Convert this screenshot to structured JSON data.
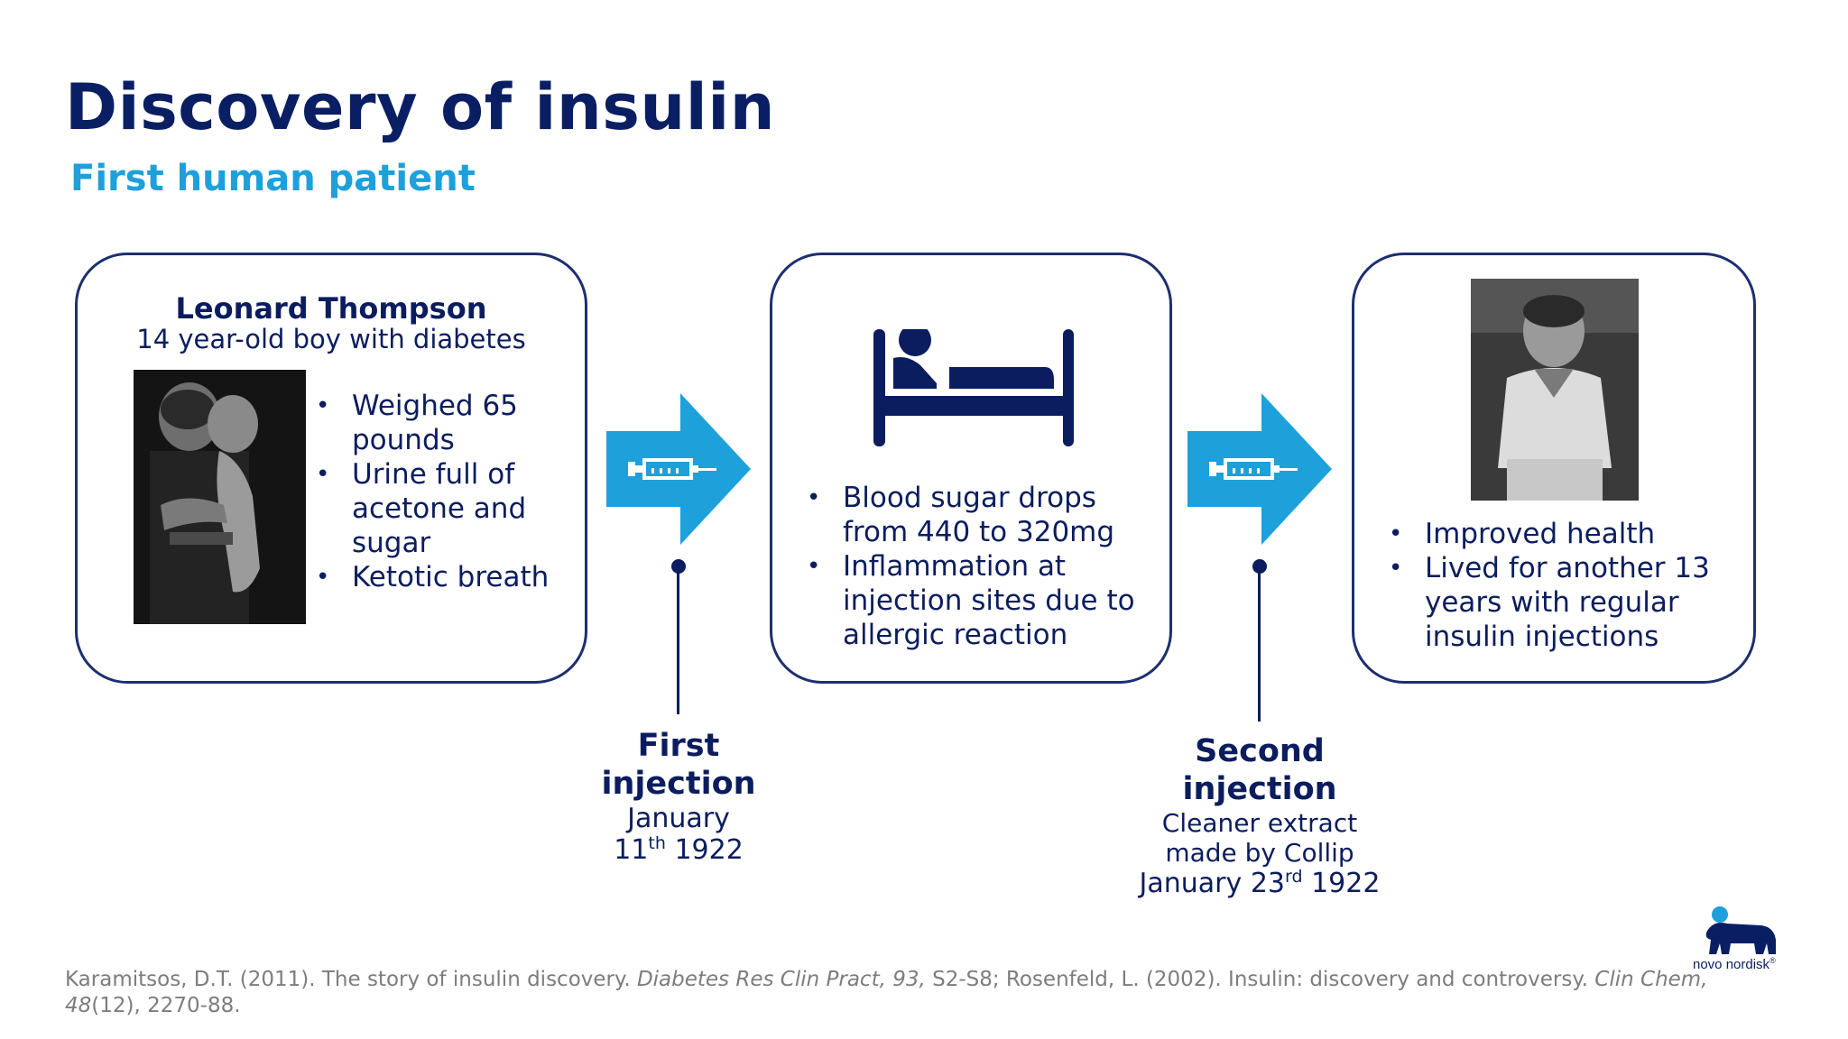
{
  "header": {
    "title": "Discovery of insulin",
    "subtitle": "First human patient"
  },
  "patient_card": {
    "name": "Leonard Thompson",
    "description": "14 year-old boy with diabetes",
    "bullets": [
      "Weighed 65 pounds",
      "Urine full of acetone and sugar",
      "Ketotic breath"
    ]
  },
  "outcome_card_1": {
    "bullets": [
      "Blood sugar drops from 440 to 320mg",
      "Inflammation at injection sites due to allergic reaction"
    ]
  },
  "outcome_card_2": {
    "bullets": [
      "Improved health",
      "Lived for another 13 years with regular insulin injections"
    ]
  },
  "first_injection": {
    "title_line1": "First",
    "title_line2": "injection",
    "month": "January",
    "day": "11",
    "day_suffix": "th",
    "year": "1922"
  },
  "second_injection": {
    "title_line1": "Second",
    "title_line2": "injection",
    "note_line1": "Cleaner extract",
    "note_line2": "made by Collip",
    "month": "January",
    "day": "23",
    "day_suffix": "rd",
    "year": "1922"
  },
  "footer": {
    "part1": "Karamitsos, D.T. (2011). The story of insulin discovery. ",
    "journal1": "Diabetes Res Clin Pract, 93,",
    "part2": " S2-S8; Rosenfeld, L. (2002). Insulin: discovery and controversy. ",
    "journal2": "Clin Chem, 48",
    "part3": "(12), 2270-88."
  },
  "logo": {
    "text": "novo nordisk",
    "mark": "®"
  },
  "colors": {
    "navy": "#0b1d5e",
    "accent_blue": "#1ea0db",
    "footer_gray": "#7d7d7d"
  },
  "icons": [
    "syringe-icon",
    "hospital-bed-icon",
    "novo-nordisk-bull-logo"
  ]
}
